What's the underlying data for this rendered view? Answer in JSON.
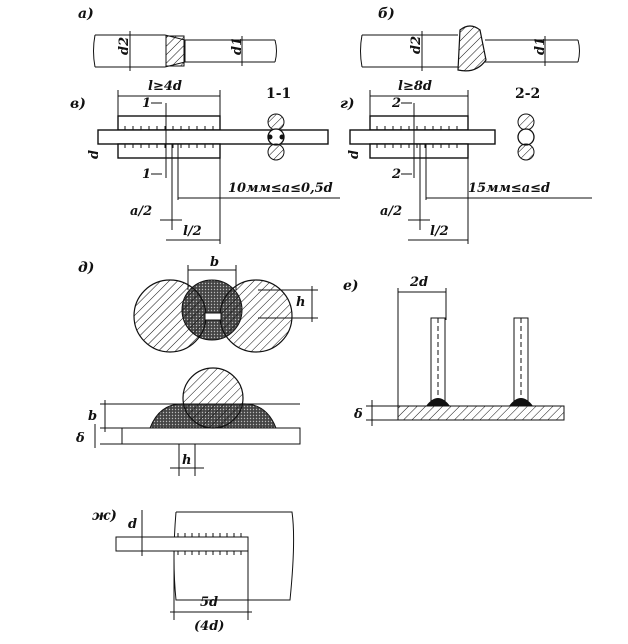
{
  "panels": {
    "a": "а)",
    "b": "б)",
    "v": "в)",
    "g": "г)",
    "d": "д)",
    "e": "е)",
    "zh": "ж)"
  },
  "dims": {
    "d1": "d1",
    "d2": "d2",
    "d": "d",
    "two_d": "2d",
    "b": "b",
    "h": "h",
    "delta": "δ"
  },
  "v": {
    "length": "l≥4d",
    "section_mark": "1",
    "section_title": "1-1",
    "condition": "10мм≤a≤0,5d",
    "half_a": "a/2",
    "half_l": "l/2"
  },
  "g": {
    "length": "l≥8d",
    "section_mark": "2",
    "section_title": "2-2",
    "condition": "15мм≤a≤d",
    "half_a": "a/2",
    "half_l": "l/2"
  },
  "zh": {
    "length": "5d",
    "length_alt": "(4d)"
  }
}
